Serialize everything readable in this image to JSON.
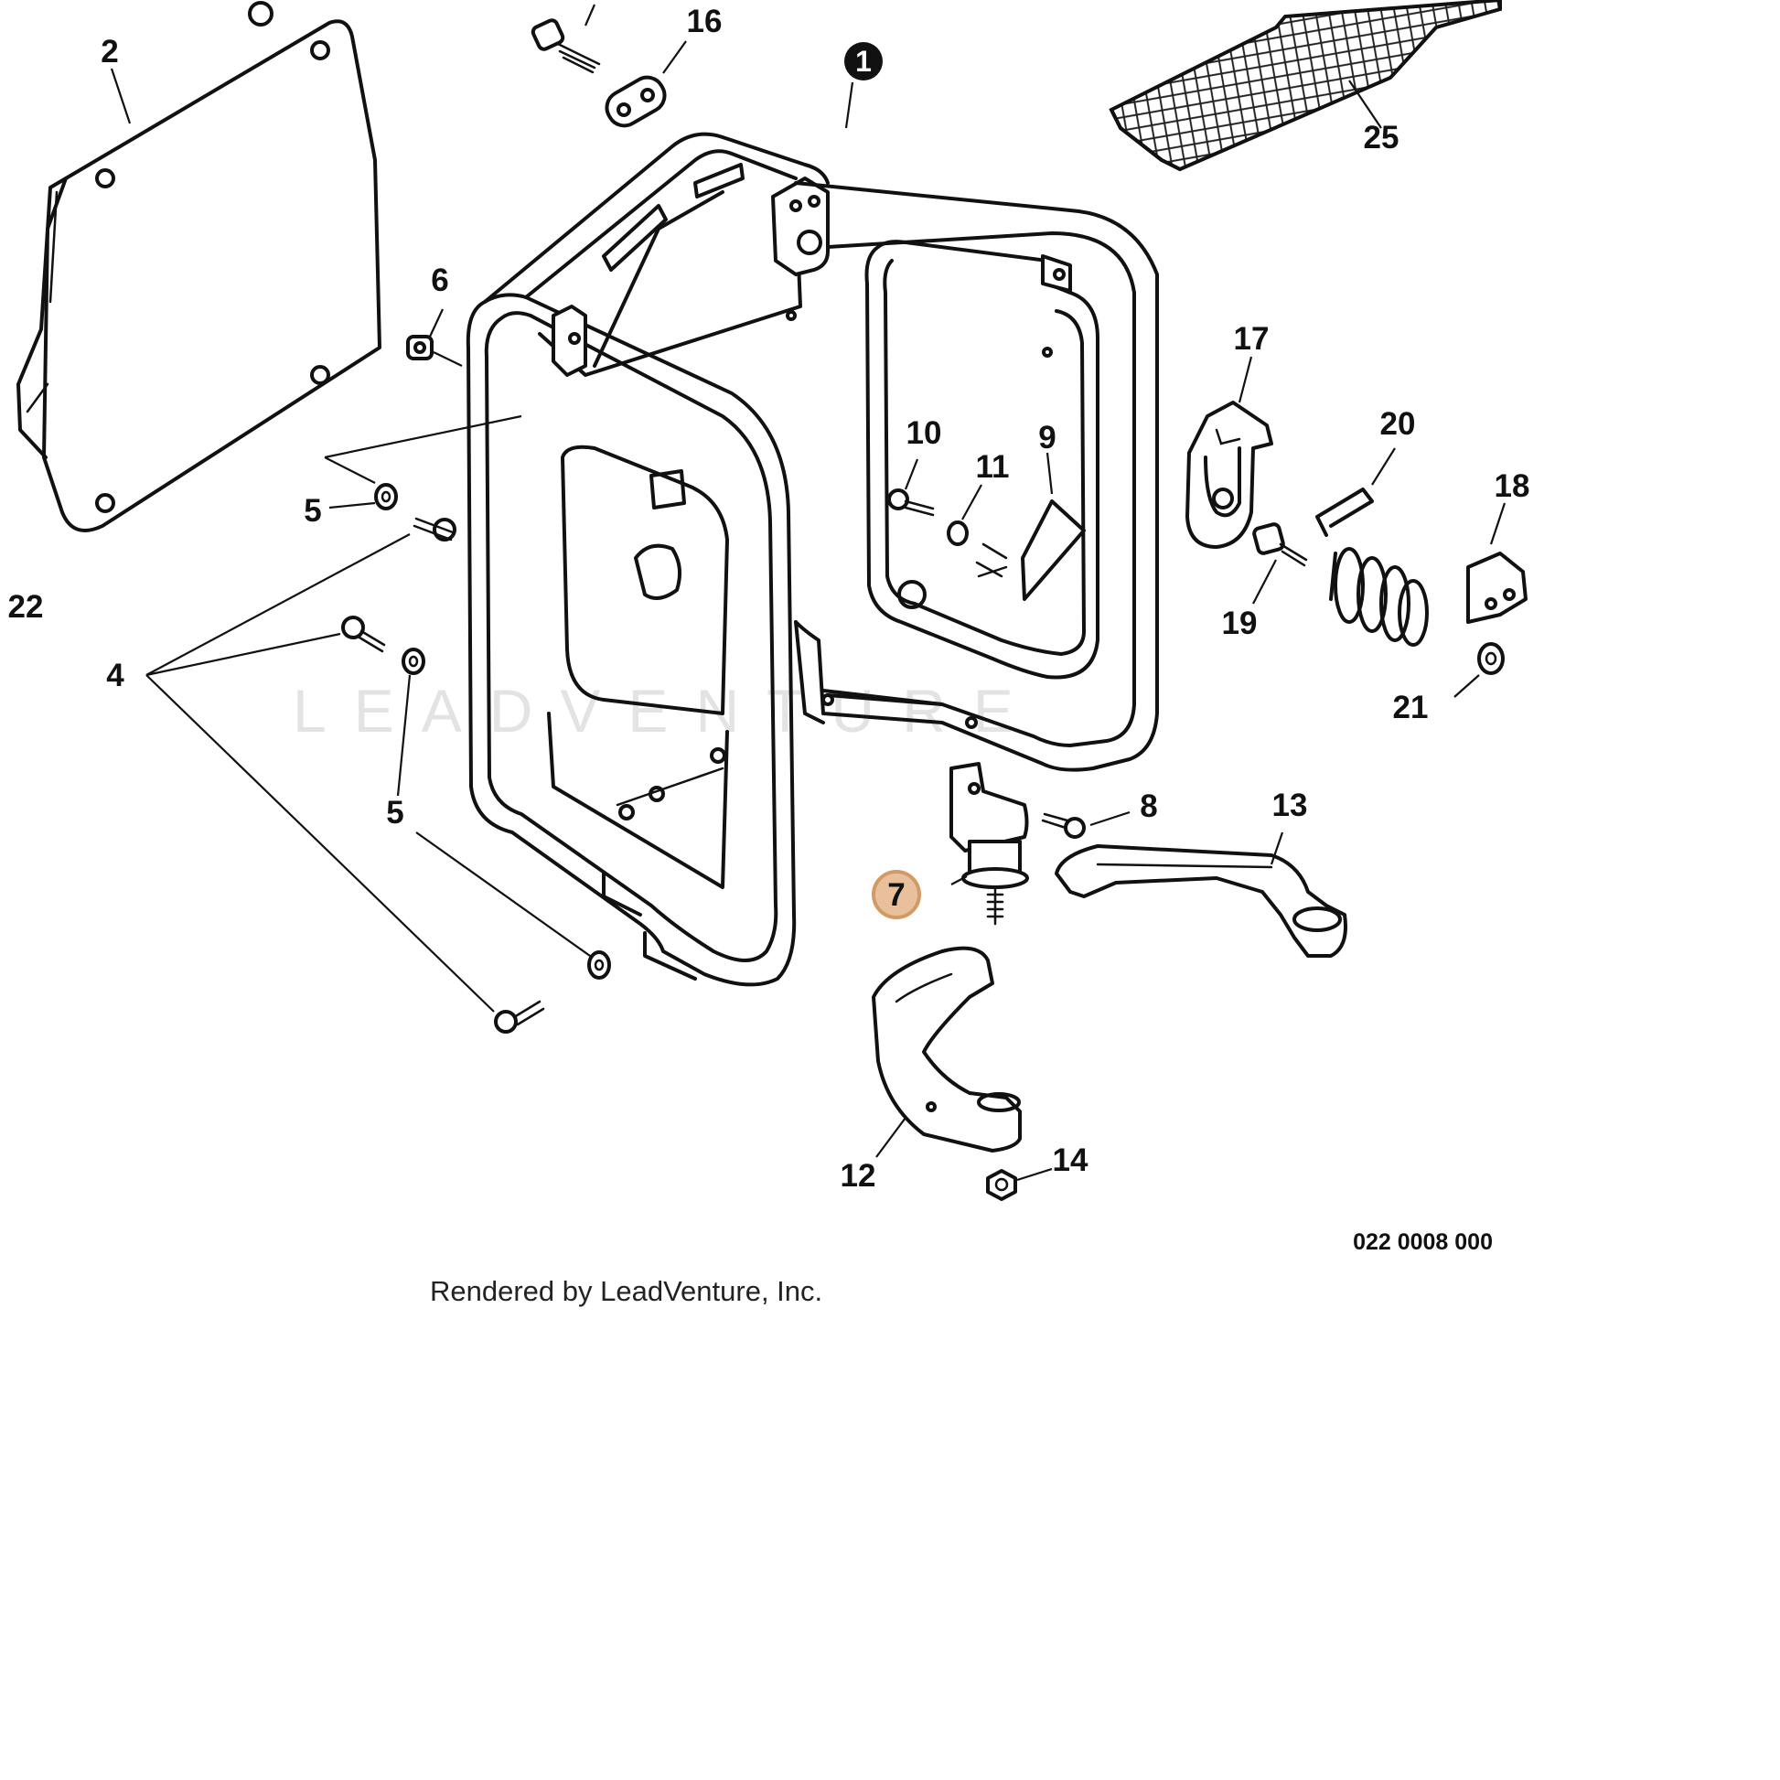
{
  "diagram": {
    "callouts": [
      {
        "id": "c1",
        "label": "1",
        "style": "filled"
      },
      {
        "id": "c2",
        "label": "2"
      },
      {
        "id": "c4",
        "label": "4"
      },
      {
        "id": "c5a",
        "label": "5"
      },
      {
        "id": "c5b",
        "label": "5"
      },
      {
        "id": "c6",
        "label": "6"
      },
      {
        "id": "c7",
        "label": "7",
        "style": "highlighted"
      },
      {
        "id": "c8",
        "label": "8"
      },
      {
        "id": "c9",
        "label": "9"
      },
      {
        "id": "c10",
        "label": "10"
      },
      {
        "id": "c11",
        "label": "11"
      },
      {
        "id": "c12",
        "label": "12"
      },
      {
        "id": "c13",
        "label": "13"
      },
      {
        "id": "c14",
        "label": "14"
      },
      {
        "id": "c16",
        "label": "16"
      },
      {
        "id": "c17",
        "label": "17"
      },
      {
        "id": "c18",
        "label": "18"
      },
      {
        "id": "c19",
        "label": "19"
      },
      {
        "id": "c20",
        "label": "20"
      },
      {
        "id": "c21",
        "label": "21"
      },
      {
        "id": "c22",
        "label": "22"
      },
      {
        "id": "c25",
        "label": "25"
      }
    ],
    "diagram_code": "022 0008 000",
    "credit": "Rendered by LeadVenture, Inc.",
    "watermark": "LEADVENTURE",
    "colors": {
      "highlight_fill": "#e8c09b",
      "highlight_stroke": "#d49a66",
      "line": "#111111"
    }
  }
}
